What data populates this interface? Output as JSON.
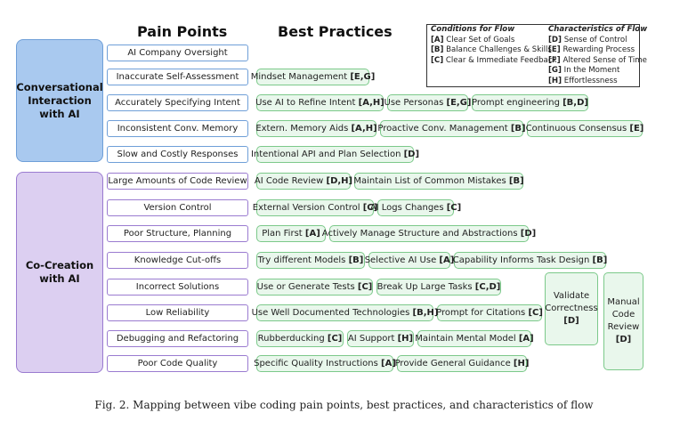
{
  "headers": {
    "pain": "Pain Points",
    "best": "Best Practices"
  },
  "legend": {
    "conditions_title": "Conditions for Flow",
    "conditions": [
      {
        "code": "[A]",
        "text": "Clear Set of Goals"
      },
      {
        "code": "[B]",
        "text": "Balance Challenges & Skills"
      },
      {
        "code": "[C]",
        "text": "Clear & Immediate Feedback"
      }
    ],
    "characteristics_title": "Characteristics of Flow",
    "characteristics": [
      {
        "code": "[D]",
        "text": "Sense of Control"
      },
      {
        "code": "[E]",
        "text": "Rewarding Process"
      },
      {
        "code": "[F]",
        "text": "Altered Sense of Time"
      },
      {
        "code": "[G]",
        "text": "In the Moment"
      },
      {
        "code": "[H]",
        "text": "Effortlessness"
      }
    ]
  },
  "categories": [
    {
      "label": "Conversational\nInteraction\nwith AI",
      "color": "#6f9fd8",
      "fill": "#a9c9ef"
    },
    {
      "label": "Co-Creation\nwith AI",
      "color": "#9a7bd0",
      "fill": "#dccff1"
    }
  ],
  "pain_points": [
    "AI Company Oversight",
    "Inaccurate Self-Assessment",
    "Accurately Specifying Intent",
    "Inconsistent Conv. Memory",
    "Slow and Costly Responses",
    "Large Amounts of Code Review",
    "Version Control",
    "Poor Structure, Planning",
    "Knowledge Cut-offs",
    "Incorrect Solutions",
    "Low Reliability",
    "Debugging and Refactoring",
    "Poor Code Quality"
  ],
  "best_practices": [
    [],
    [
      {
        "text": "Mindset Management",
        "code": "[E,G]"
      }
    ],
    [
      {
        "text": "Use AI to Refine Intent",
        "code": "[A,H]"
      },
      {
        "text": "Use Personas",
        "code": "[E,G]"
      },
      {
        "text": "Prompt engineering",
        "code": "[B,D]"
      }
    ],
    [
      {
        "text": "Extern. Memory Aids",
        "code": "[A,H]"
      },
      {
        "text": "Proactive Conv. Management",
        "code": "[B]"
      },
      {
        "text": "Continuous Consensus",
        "code": "[E]"
      }
    ],
    [
      {
        "text": "Intentional API and Plan Selection",
        "code": "[D]"
      }
    ],
    [
      {
        "text": "AI Code Review",
        "code": "[D,H]"
      },
      {
        "text": "Maintain List of Common Mistakes",
        "code": "[B]"
      }
    ],
    [
      {
        "text": "External Version Control",
        "code": "[C]"
      },
      {
        "text": "AI Logs Changes",
        "code": "[C]"
      }
    ],
    [
      {
        "text": "Plan First",
        "code": "[A]"
      },
      {
        "text": "Actively Manage Structure and Abstractions",
        "code": "[D]"
      }
    ],
    [
      {
        "text": "Try different Models",
        "code": "[B]"
      },
      {
        "text": "Selective AI Use",
        "code": "[A]"
      },
      {
        "text": "Capability Informs Task Design",
        "code": "[B]"
      }
    ],
    [
      {
        "text": "Use or Generate Tests",
        "code": "[C]"
      },
      {
        "text": "Break Up Large Tasks",
        "code": "[C,D]"
      }
    ],
    [
      {
        "text": "Use Well Documented Technologies",
        "code": "[B,H]"
      },
      {
        "text": "Prompt for Citations",
        "code": "[C]"
      }
    ],
    [
      {
        "text": "Rubberducking",
        "code": "[C]"
      },
      {
        "text": "AI Support",
        "code": "[H]"
      },
      {
        "text": "Maintain Mental Model",
        "code": "[A]"
      }
    ],
    [
      {
        "text": "Specific Quality Instructions",
        "code": "[A]"
      },
      {
        "text": "Provide General Guidance",
        "code": "[H]"
      }
    ]
  ],
  "tall_practices": [
    {
      "text": "Validate\nCorrectness",
      "code": "[D]"
    },
    {
      "text": "Manual\nCode\nReview",
      "code": "[D]"
    }
  ],
  "colors": {
    "conv_border": "#6f9fd8",
    "cc_border": "#9a7bd0",
    "green_border": "#7cc98a",
    "green_fill": "#e9f7ec"
  },
  "caption": "Fig. 2. Mapping between vibe coding pain points, best practices, and characteristics of flow"
}
